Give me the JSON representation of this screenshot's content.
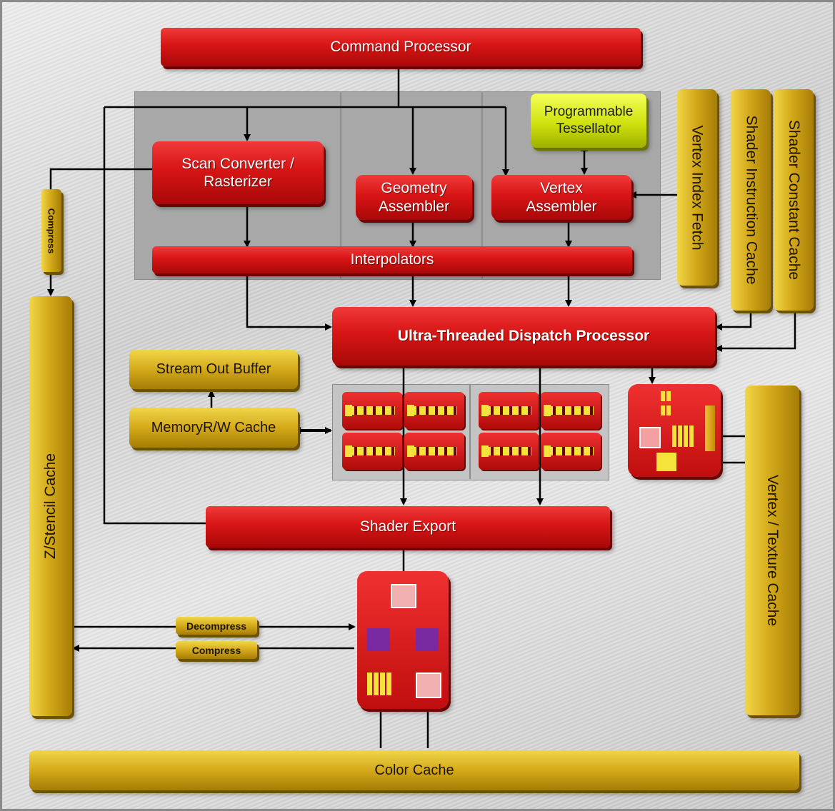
{
  "blocks": {
    "command_processor": "Command Processor",
    "scan_converter": "Scan Converter / Rasterizer",
    "geometry_assembler": "Geometry Assembler",
    "vertex_assembler": "Vertex Assembler",
    "programmable_tessellator": "Programmable Tessellator",
    "interpolators": "Interpolators",
    "dispatch_processor": "Ultra-Threaded Dispatch Processor",
    "shader_export": "Shader Export"
  },
  "caches": {
    "vertex_index_fetch": "Vertex Index Fetch",
    "shader_instruction_cache": "Shader Instruction Cache",
    "shader_constant_cache": "Shader Constant Cache",
    "stream_out_buffer": "Stream Out Buffer",
    "memory_rw_cache": "MemoryR/W Cache",
    "z_stencil_cache": "Z/Stencil Cache",
    "vertex_texture_cache": "Vertex / Texture Cache",
    "color_cache": "Color Cache"
  },
  "labels": {
    "compress_top": "Compress",
    "decompress": "Decompress",
    "compress_bottom": "Compress"
  },
  "colors": {
    "red_block": "#d81515",
    "gold_cache": "#d4aa1a",
    "lime_block": "#cfe20f",
    "panel_grey": "#a8a8a8",
    "line": "#000000"
  }
}
